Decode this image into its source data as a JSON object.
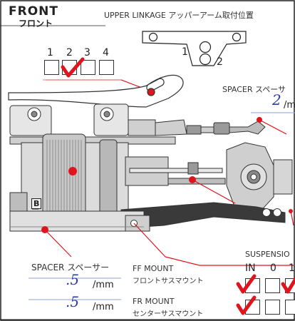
{
  "header": {
    "brand": "FRONT",
    "brand_sub": "フロント",
    "upper_linkage": "UPPER LINKAGE アッパーアーム取付位置"
  },
  "upper_linkage_holes": [
    "1",
    "2"
  ],
  "position_selector": {
    "labels": [
      "1",
      "2",
      "3",
      "4"
    ],
    "checked_index": 1
  },
  "spacer_top": {
    "label": "SPACER スペーサ",
    "value": "2",
    "unit": "/m"
  },
  "spacer_left": {
    "label": "SPACER スペーサー",
    "value_1": ".5",
    "value_2": ".5",
    "unit": "/mm"
  },
  "suspension": {
    "label": "SUSPENSIO",
    "col_in": "IN",
    "col_0": "0",
    "col_1": "1"
  },
  "ff_mount": {
    "label": "FF MOUNT",
    "sub": "フロントサスマウント"
  },
  "fr_mount": {
    "label": "FR MOUNT",
    "sub": "センターサスマウント"
  },
  "chassis_mark": "B",
  "colors": {
    "check": "#e0141c",
    "leader": "#e0141c",
    "value": "#2b3ea8",
    "rule": "#e98a8a"
  }
}
